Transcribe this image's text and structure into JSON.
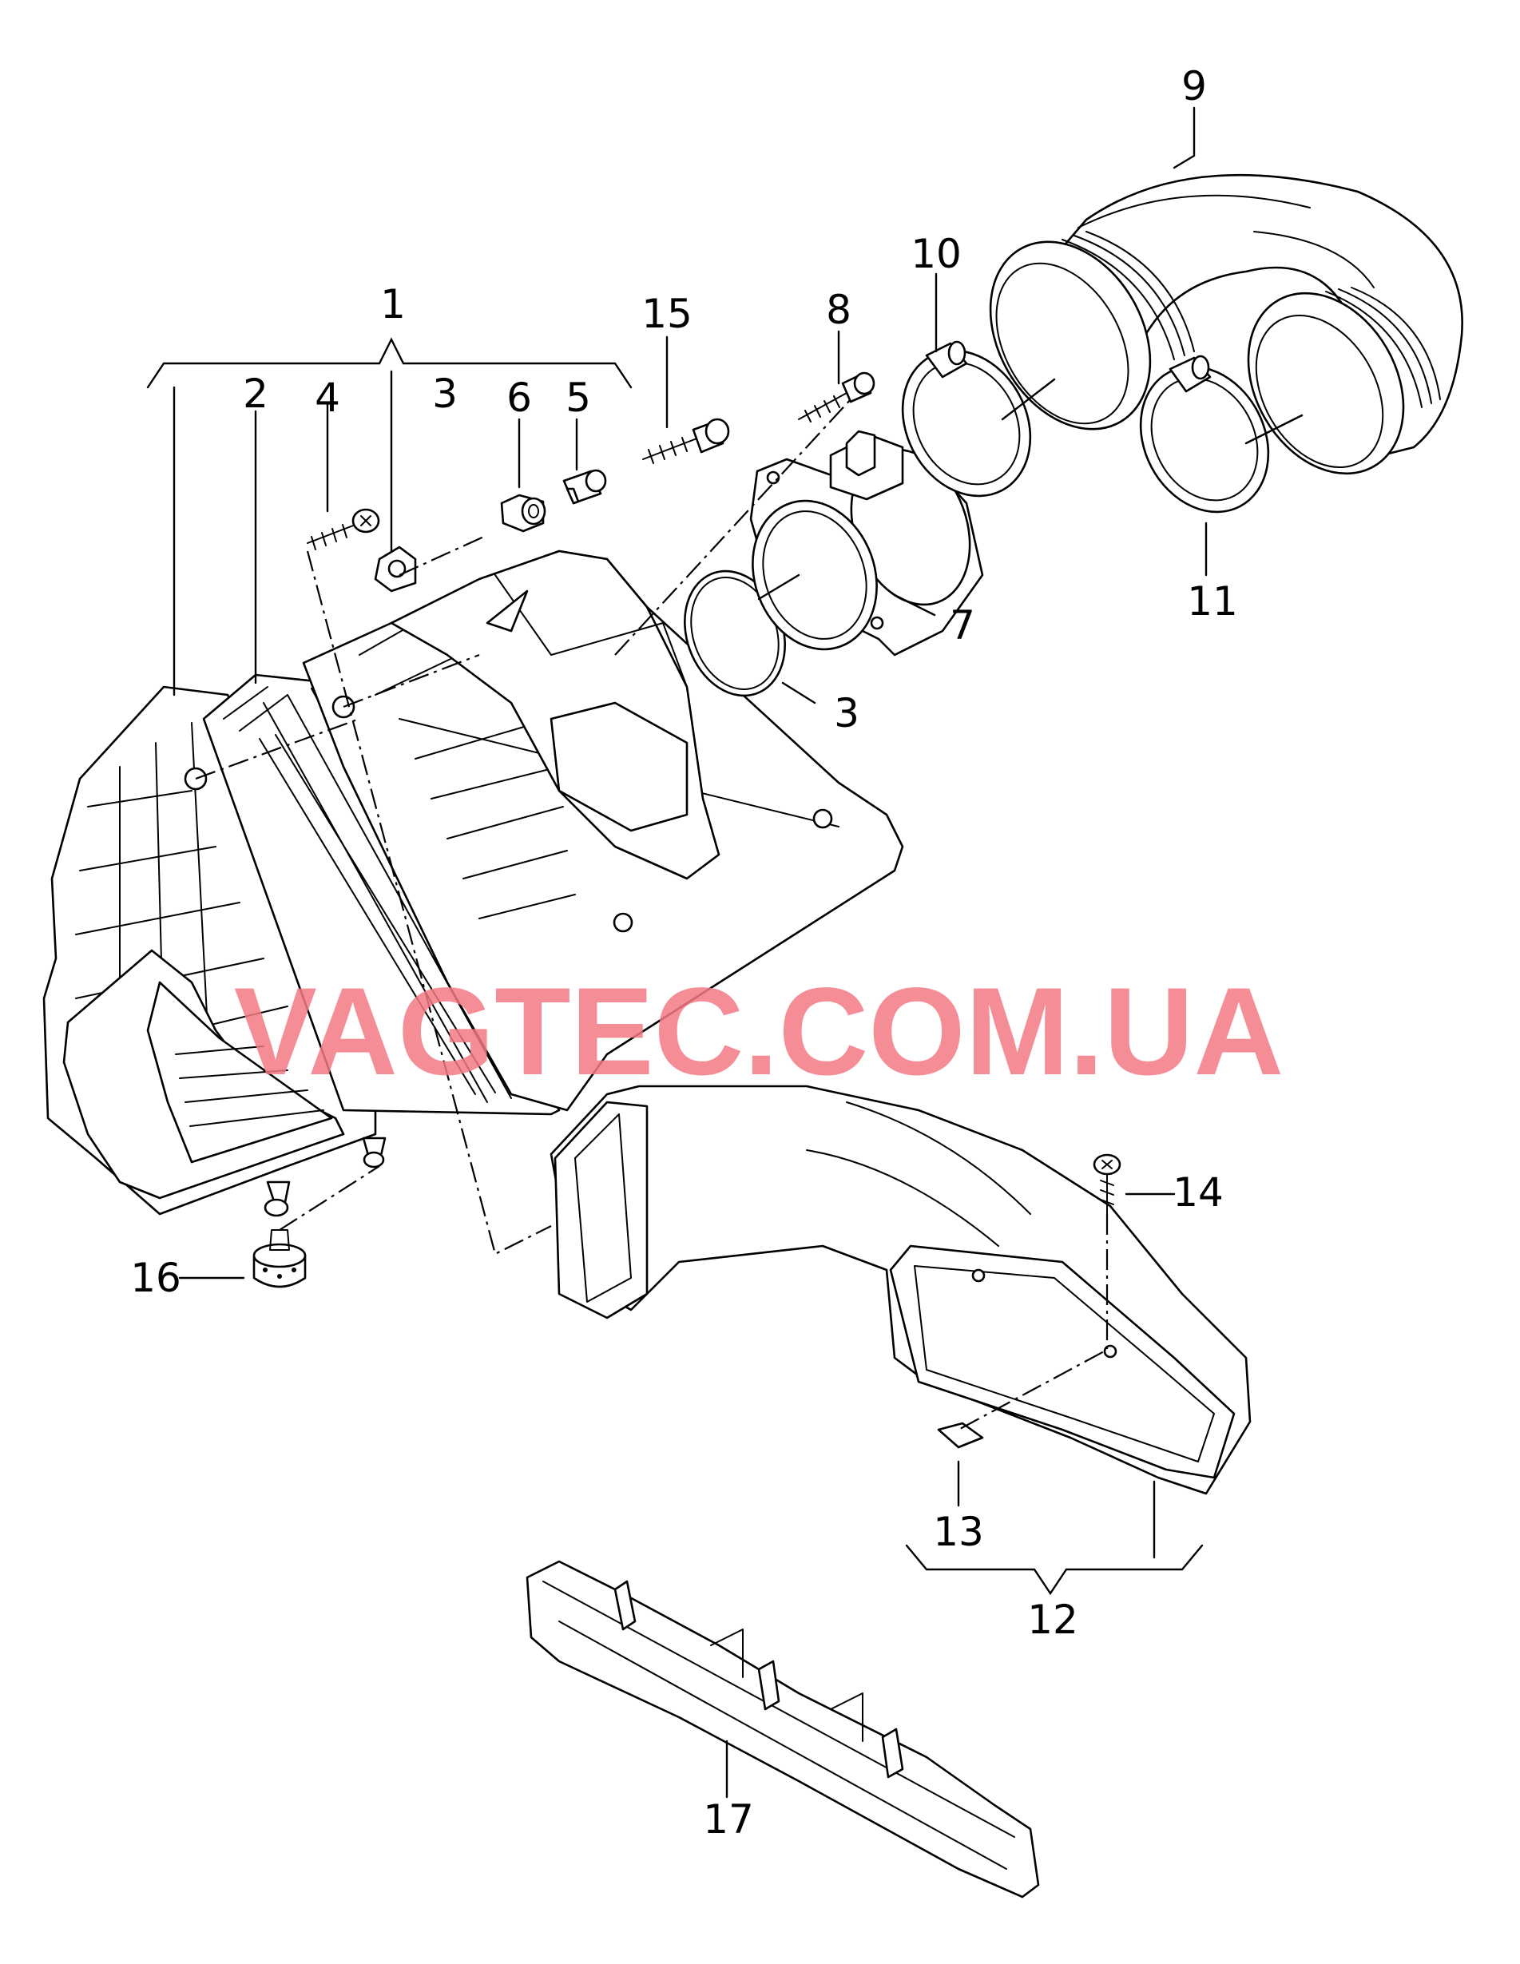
{
  "callouts": {
    "c1": "1",
    "c2": "2",
    "c3a": "3",
    "c3b": "3",
    "c4": "4",
    "c5": "5",
    "c6": "6",
    "c7": "7",
    "c8": "8",
    "c9": "9",
    "c10": "10",
    "c11": "11",
    "c12": "12",
    "c13": "13",
    "c14": "14",
    "c15": "15",
    "c16": "16",
    "c17": "17"
  },
  "watermark": {
    "text": "VAGTEC.COM.UA",
    "color": "#f47a85"
  },
  "colors": {
    "line": "#000000",
    "background": "#ffffff"
  }
}
